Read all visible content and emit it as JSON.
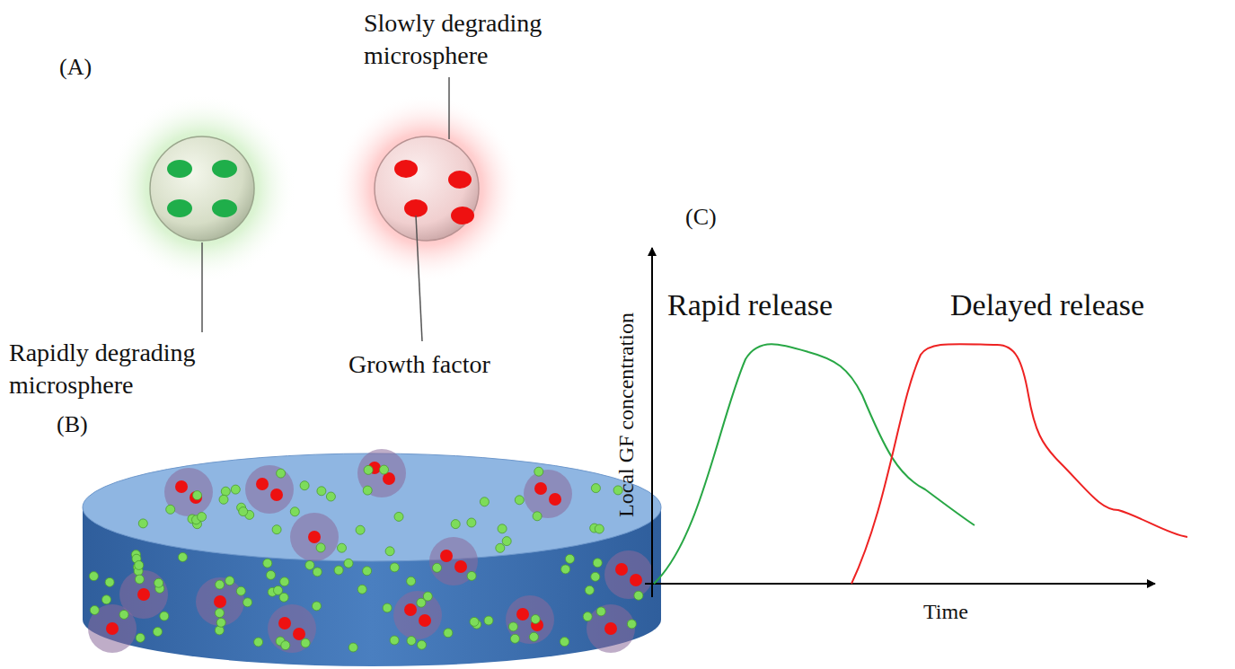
{
  "diagram": {
    "labels": [
      "(A)",
      "Slowly degrading microsphere",
      "Rapidly degrading microsphere",
      "Growth factor",
      "(B)",
      "(C)",
      "Rapid release",
      "Delayed release",
      "Local GF concentration",
      "Time"
    ]
  }
}
